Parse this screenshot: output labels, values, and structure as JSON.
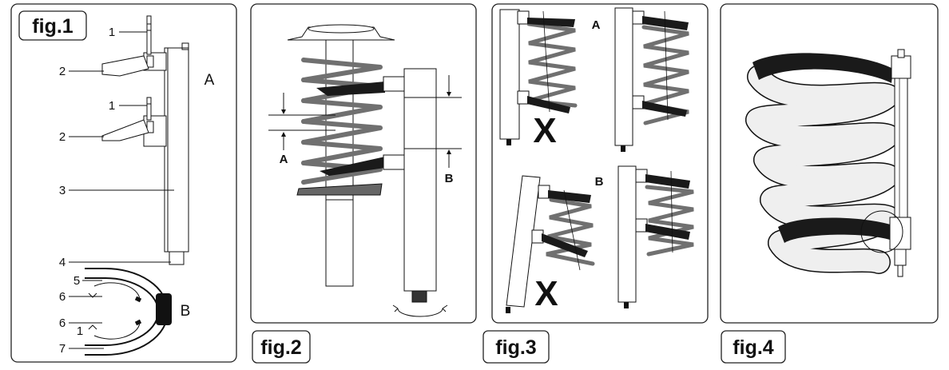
{
  "panels": [
    {
      "label": "fig.1"
    },
    {
      "label": "fig.2"
    },
    {
      "label": "fig.3"
    },
    {
      "label": "fig.4"
    }
  ],
  "fig1": {
    "callouts": [
      "1",
      "2",
      "1",
      "2",
      "3",
      "4",
      "5",
      "6",
      "6",
      "1",
      "7"
    ],
    "view_a": "A",
    "view_b": "B"
  },
  "fig2": {
    "label_a": "A",
    "label_b": "B"
  },
  "fig3": {
    "label_a": "A",
    "label_b": "B",
    "wrong_mark": "X"
  },
  "colors": {
    "line": "#111111",
    "spring": "#6f6f6f",
    "spring_light": "#efefef",
    "jaw": "#1a1a1a"
  }
}
